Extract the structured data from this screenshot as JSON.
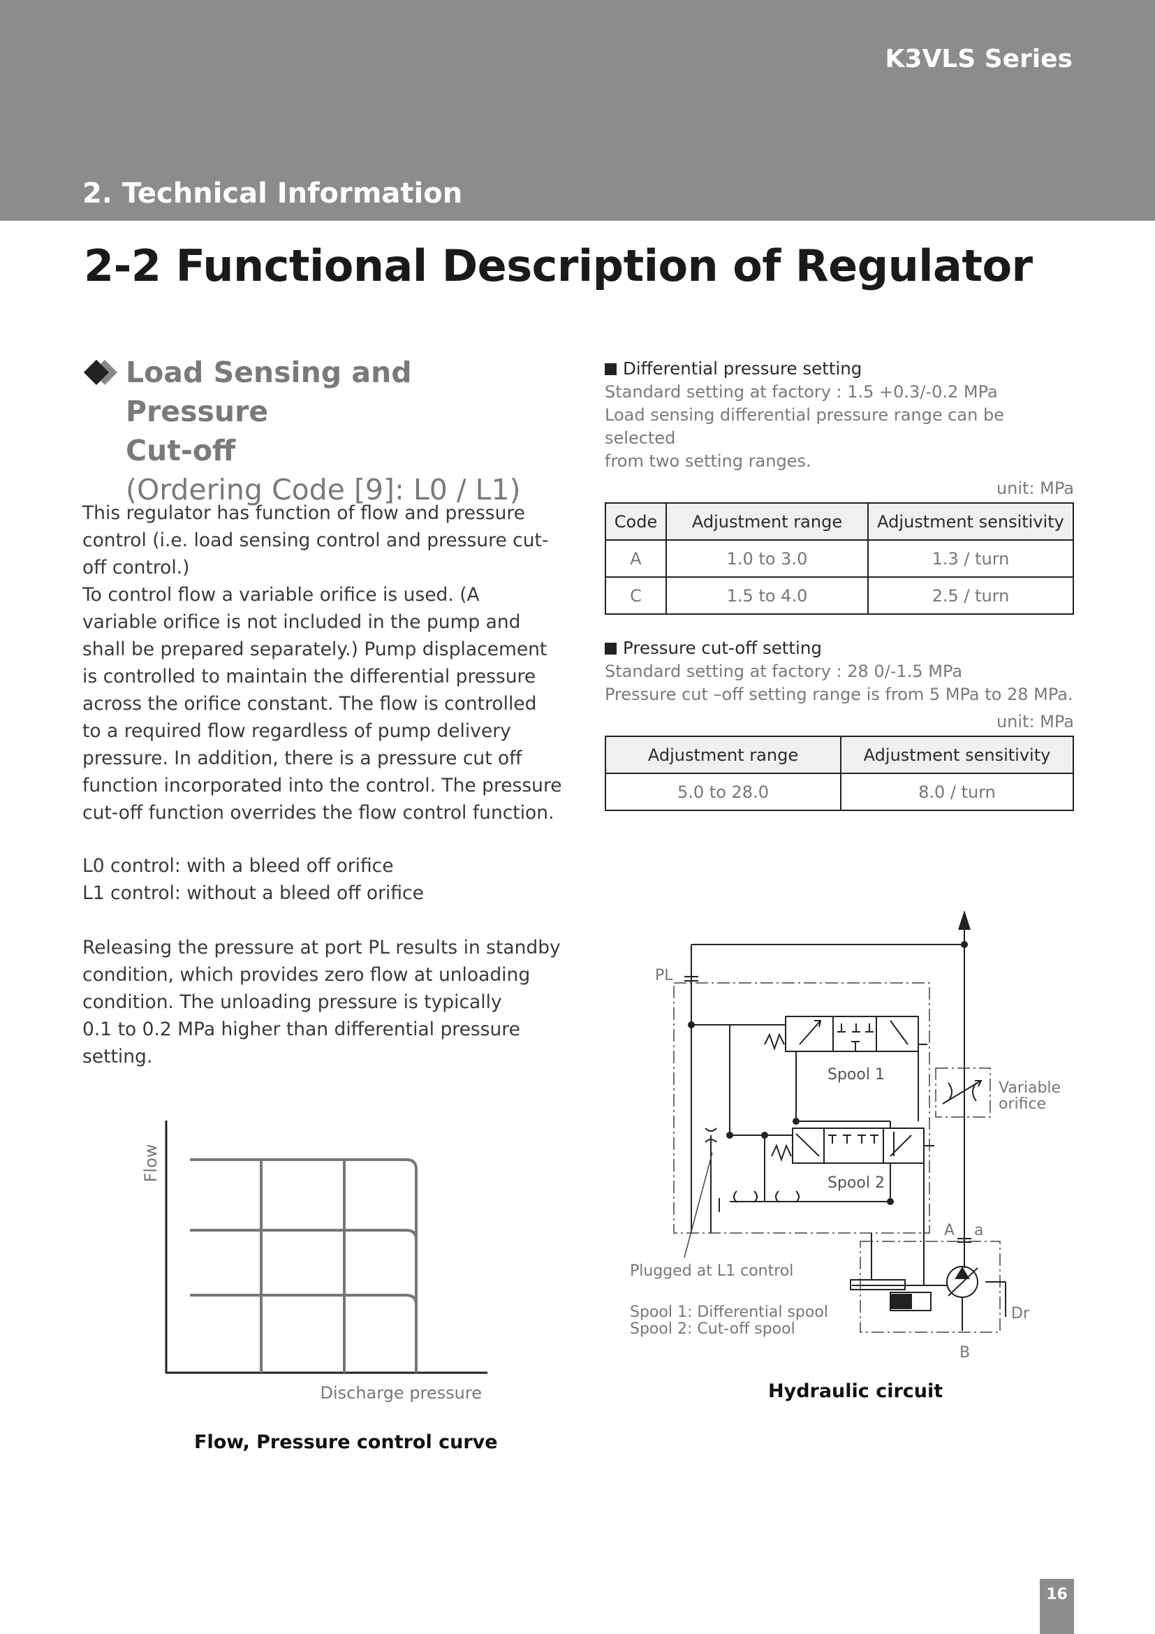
{
  "header": {
    "series": "K3VLS Series",
    "section": "2. Technical Information"
  },
  "page_title": "2-2  Functional Description of Regulator",
  "subhead": {
    "line1": "Load Sensing and Pressure",
    "line2": "Cut-off",
    "line3": "(Ordering Code [9]: L0 / L1)"
  },
  "body": {
    "p1": [
      "This regulator has function of flow and pressure",
      "control (i.e. load sensing control and pressure cut-",
      "off control.)",
      "To control flow a variable orifice is used. (A",
      "variable orifice is not included in the pump and",
      "shall be prepared separately.) Pump displacement",
      "is controlled to maintain the differential pressure",
      "across the orifice constant. The flow is controlled",
      "to a required flow regardless of pump delivery",
      "pressure. In addition, there is a pressure cut off",
      "function incorporated into the control. The pressure",
      "cut-off function overrides the flow control function."
    ],
    "p2": [
      "L0 control: with a bleed off orifice",
      "L1 control: without a bleed off orifice"
    ],
    "p3": [
      "Releasing the pressure at port PL results in standby",
      "condition, which provides zero flow at unloading",
      "condition. The unloading pressure is typically",
      "0.1 to 0.2 MPa higher than differential pressure",
      "setting."
    ]
  },
  "diff": {
    "title": "Differential pressure setting",
    "note1": "Standard setting at factory : 1.5   +0.3/-0.2 MPa",
    "note2": "Load sensing differential pressure range can be selected",
    "note3": "from two setting ranges.",
    "unit": "unit: MPa",
    "headers": [
      "Code",
      "Adjustment range",
      "Adjustment sensitivity"
    ],
    "rows": [
      [
        "A",
        "1.0 to 3.0",
        "1.3 / turn"
      ],
      [
        "C",
        "1.5 to 4.0",
        "2.5 / turn"
      ]
    ]
  },
  "cutoff": {
    "title": "Pressure cut-off setting",
    "note1": "Standard setting at factory  :  28   0/-1.5 MPa",
    "note2": "Pressure cut –off setting range is from 5 MPa to 28 MPa.",
    "unit": "unit: MPa",
    "headers": [
      "Adjustment range",
      "Adjustment sensitivity"
    ],
    "rows": [
      [
        "5.0 to 28.0",
        "8.0 / turn"
      ]
    ]
  },
  "curve": {
    "ylabel": "Flow",
    "xlabel": "Discharge pressure",
    "caption": "Flow, Pressure control curve"
  },
  "circuit": {
    "caption": "Hydraulic circuit",
    "pl": "PL",
    "spool1": "Spool 1",
    "spool2": "Spool 2",
    "variable": "Variable",
    "orifice": "orifice",
    "port_a": "A",
    "port_a_small": "a",
    "port_b": "B",
    "port_dr": "Dr",
    "plugged": "Plugged at L1 control",
    "legend1": "Spool 1: Differential spool",
    "legend2": "Spool 2: Cut-off spool"
  },
  "page_number": "16"
}
